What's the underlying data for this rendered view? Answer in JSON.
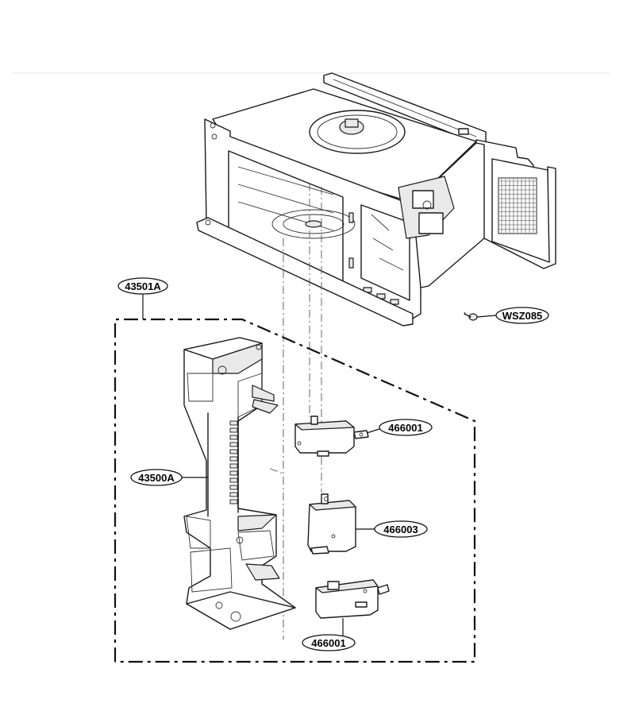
{
  "callouts": {
    "assembly": "43501A",
    "screw": "WSZ085",
    "switch_top": "466001",
    "bracket": "43500A",
    "switch_middle": "466003",
    "switch_bottom": "466001"
  }
}
